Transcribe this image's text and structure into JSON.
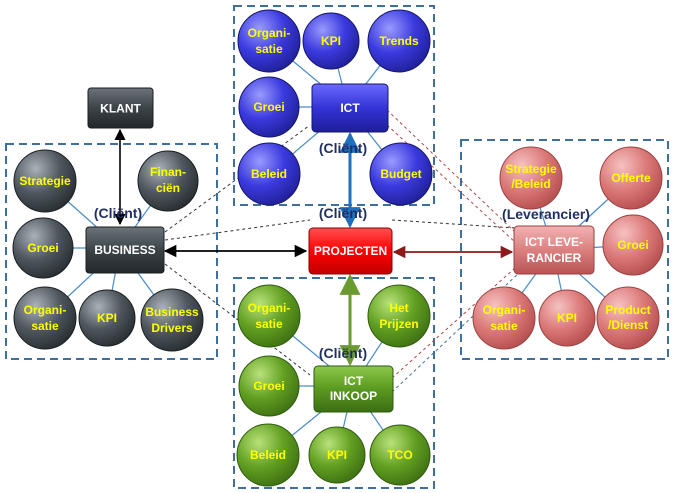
{
  "colors": {
    "business": "#3f474d",
    "ict": "#3434cc",
    "inkoop": "#5a9a20",
    "leverancier": "#d46a6a",
    "projecten": "#ff0000",
    "label_text": "#ffff00",
    "group_border": "#3f6f9f"
  },
  "nodes": {
    "klant": "KLANT",
    "business": "BUSINESS",
    "ict": "ICT",
    "projecten": "PROJECTEN",
    "ict_inkoop": [
      "ICT",
      "INKOOP"
    ],
    "ict_leverancier": [
      "ICT LEVE-",
      "RANCIER"
    ]
  },
  "roles": {
    "business": "(Cliënt)",
    "ict": "(Cliënt)",
    "projecten": "(Cliënt)",
    "inkoop": "(Cliënt)",
    "leverancier": "(Leverancier)"
  },
  "circles": {
    "business": {
      "strategie": [
        "Strategie"
      ],
      "financien": [
        "Finan-",
        "ciën"
      ],
      "groei": [
        "Groei"
      ],
      "organisatie": [
        "Organi-",
        "satie"
      ],
      "kpi": [
        "KPI"
      ],
      "business_drivers": [
        "Business",
        "Drivers"
      ]
    },
    "ict": {
      "organisatie": [
        "Organi-",
        "satie"
      ],
      "kpi": [
        "KPI"
      ],
      "trends": [
        "Trends"
      ],
      "groei": [
        "Groei"
      ],
      "beleid": [
        "Beleid"
      ],
      "budget": [
        "Budget"
      ]
    },
    "inkoop": {
      "organisatie": [
        "Organi-",
        "satie"
      ],
      "prijzen": [
        "Het",
        "Prijzen"
      ],
      "groei": [
        "Groei"
      ],
      "beleid": [
        "Beleid"
      ],
      "kpi": [
        "KPI"
      ],
      "tco": [
        "TCO"
      ]
    },
    "leverancier": {
      "strategie": [
        "Strategie",
        "/Beleid"
      ],
      "offerte": [
        "Offerte"
      ],
      "groei": [
        "Groei"
      ],
      "organisatie": [
        "Organi-",
        "satie"
      ],
      "kpi": [
        "KPI"
      ],
      "product": [
        "Product",
        "/Dienst"
      ]
    }
  }
}
